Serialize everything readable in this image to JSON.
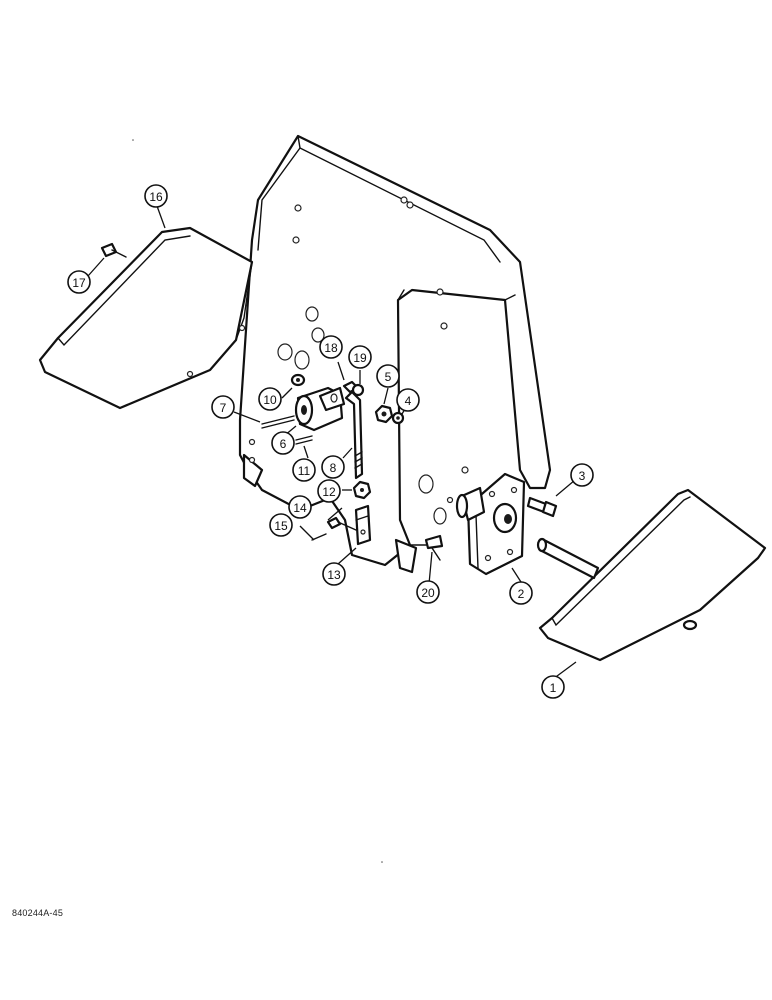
{
  "drawing": {
    "reference_code": "840244A-45"
  },
  "callouts": [
    {
      "id": "c1",
      "label": "1"
    },
    {
      "id": "c2",
      "label": "2"
    },
    {
      "id": "c3",
      "label": "3"
    },
    {
      "id": "c4",
      "label": "4"
    },
    {
      "id": "c5",
      "label": "5"
    },
    {
      "id": "c6",
      "label": "6"
    },
    {
      "id": "c7",
      "label": "7"
    },
    {
      "id": "c8",
      "label": "8"
    },
    {
      "id": "c10",
      "label": "10"
    },
    {
      "id": "c11",
      "label": "11"
    },
    {
      "id": "c12",
      "label": "12"
    },
    {
      "id": "c13",
      "label": "13"
    },
    {
      "id": "c14",
      "label": "14"
    },
    {
      "id": "c15",
      "label": "15"
    },
    {
      "id": "c16",
      "label": "16"
    },
    {
      "id": "c17",
      "label": "17"
    },
    {
      "id": "c18",
      "label": "18"
    },
    {
      "id": "c19",
      "label": "19"
    },
    {
      "id": "c20",
      "label": "20"
    }
  ]
}
